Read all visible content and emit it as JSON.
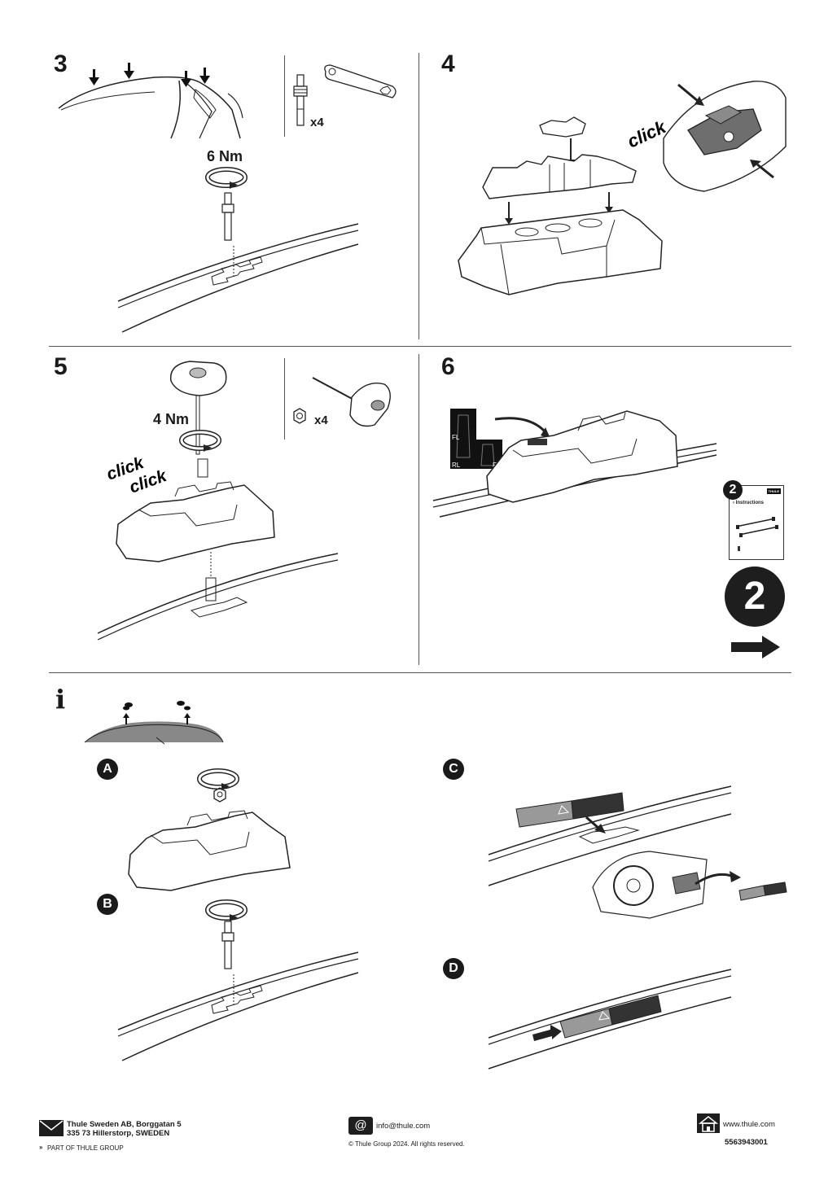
{
  "steps": {
    "s3": {
      "number": "3",
      "torque": "6 Nm",
      "qty": "x4"
    },
    "s4": {
      "number": "4",
      "click": "click"
    },
    "s5": {
      "number": "5",
      "torque": "4 Nm",
      "click1": "click",
      "click2": "click",
      "qty": "x4"
    },
    "s6": {
      "number": "6",
      "fl": "FL",
      "rl": "RL",
      "rr": "RR",
      "booklet_num": "2",
      "booklet_title": "› Instructions",
      "next_num": "2",
      "brand_tag": "THULE"
    }
  },
  "info": {
    "icon": "i",
    "a": "A",
    "b": "B",
    "c": "C",
    "d": "D"
  },
  "footer": {
    "address_line1": "Thule Sweden AB, Borggatan 5",
    "address_line2": "335 73 Hillerstorp, SWEDEN",
    "group": "PART OF THULE GROUP",
    "email": "info@thule.com",
    "copyright": "© Thule Group 2024. All rights reserved.",
    "web": "www.thule.com",
    "code": "5563943001"
  },
  "icons": [
    "mail-icon",
    "email-at-icon",
    "house-icon",
    "arrow-right-icon",
    "rotate-arrow-icon"
  ]
}
